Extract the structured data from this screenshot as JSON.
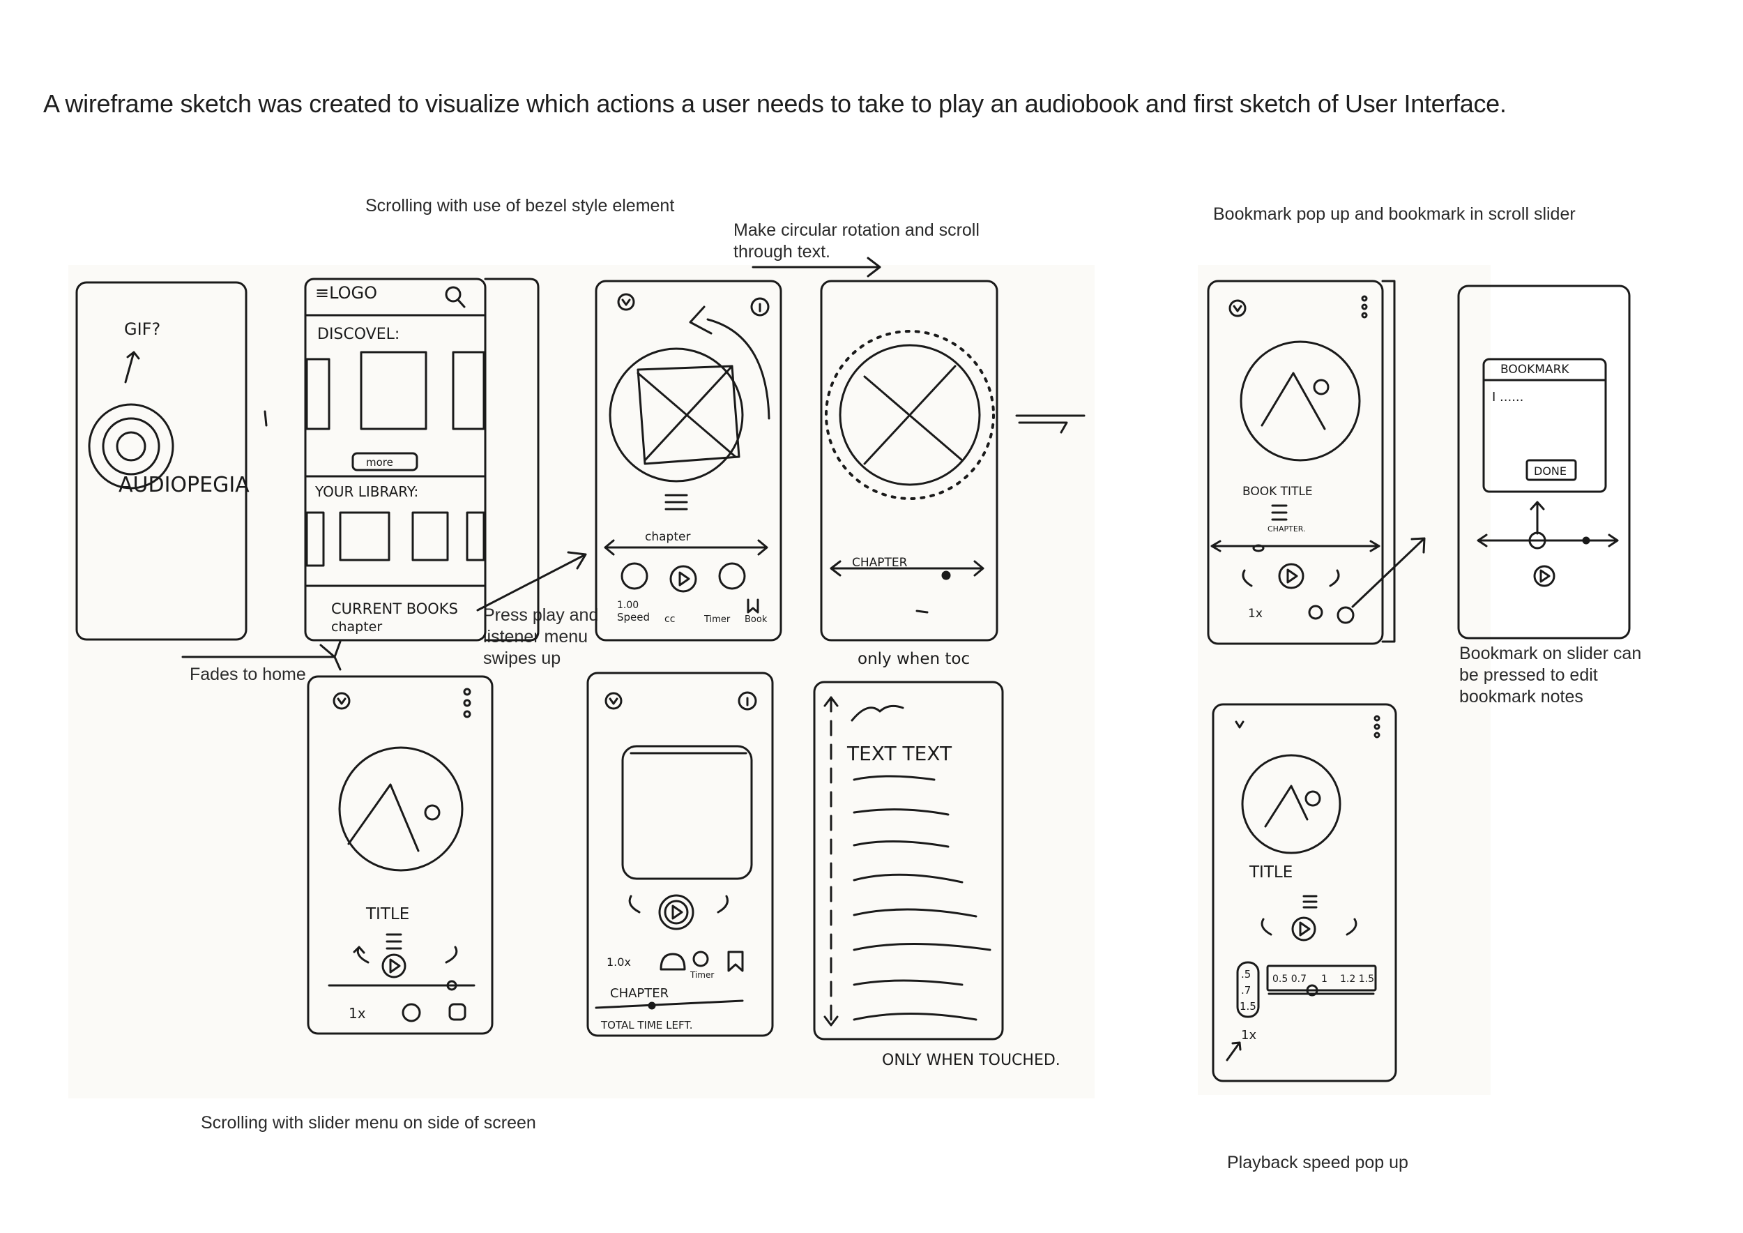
{
  "intro": "A wireframe sketch was created to visualize which actions a user needs to take to play an audiobook and first sketch of User Interface.",
  "captions": {
    "bezel_scrolling": "Scrolling with use of bezel style element",
    "circular_rotation": "Make circular rotation and scroll through text.",
    "bookmark_popup": "Bookmark pop up and bookmark in scroll slider",
    "fades_to_home": "Fades to home",
    "press_play": "Press play and listener menu swipes up",
    "bookmark_slider_note": "Bookmark on slider can be pressed to edit bookmark notes",
    "slider_scrolling": "Scrolling with slider menu on side of screen",
    "speed_popup": "Playback speed pop up"
  },
  "sketch_labels": {
    "splash_gif": "GIF?",
    "splash_logo": "AUDIOPEGIA",
    "home_logo": "≡LOGO",
    "home_discover": "DISCOVEL:",
    "home_more": "more",
    "home_library": "YOUR LIBRARY:",
    "home_current": "CURRENT BOOKS",
    "home_chapter": "chapter",
    "player_chapter": "chapter",
    "player_speed_value": "1.00",
    "player_speed": "Speed",
    "player_cc": "cc",
    "player_timer": "Timer",
    "player_book": "Book",
    "bezel_chapter": "CHAPTER",
    "only_when_toc": "only when toc",
    "bookmark_book_title": "BOOK TITLE",
    "bookmark_chapter": "CHAPTER.",
    "bookmark_speed": "1x",
    "bookmark_popup_title": "BOOKMARK",
    "bookmark_popup_text": "I ......",
    "bookmark_done": "DONE",
    "slider_title": "TITLE",
    "slider_speed": "1x",
    "mini_speed": "1.0x",
    "mini_timer": "Timer",
    "mini_chapter": "CHAPTER",
    "mini_total": "TOTAL TIME LEFT.",
    "text_title": "TEXT TEXT",
    "only_when_touched": "ONLY WHEN TOUCHED.",
    "speed_title": "TITLE",
    "speed_col_1": ".5",
    "speed_col_2": ".7",
    "speed_col_3": "1.5",
    "speed_row_left": "0.5 0.7",
    "speed_row_mid": "1",
    "speed_row_right": "1.2 1.5",
    "speed_current": "1x"
  },
  "colors": {
    "ink": "#1a1a1a",
    "paper": "#fbfaf7",
    "caption": "#2a2a2a"
  }
}
